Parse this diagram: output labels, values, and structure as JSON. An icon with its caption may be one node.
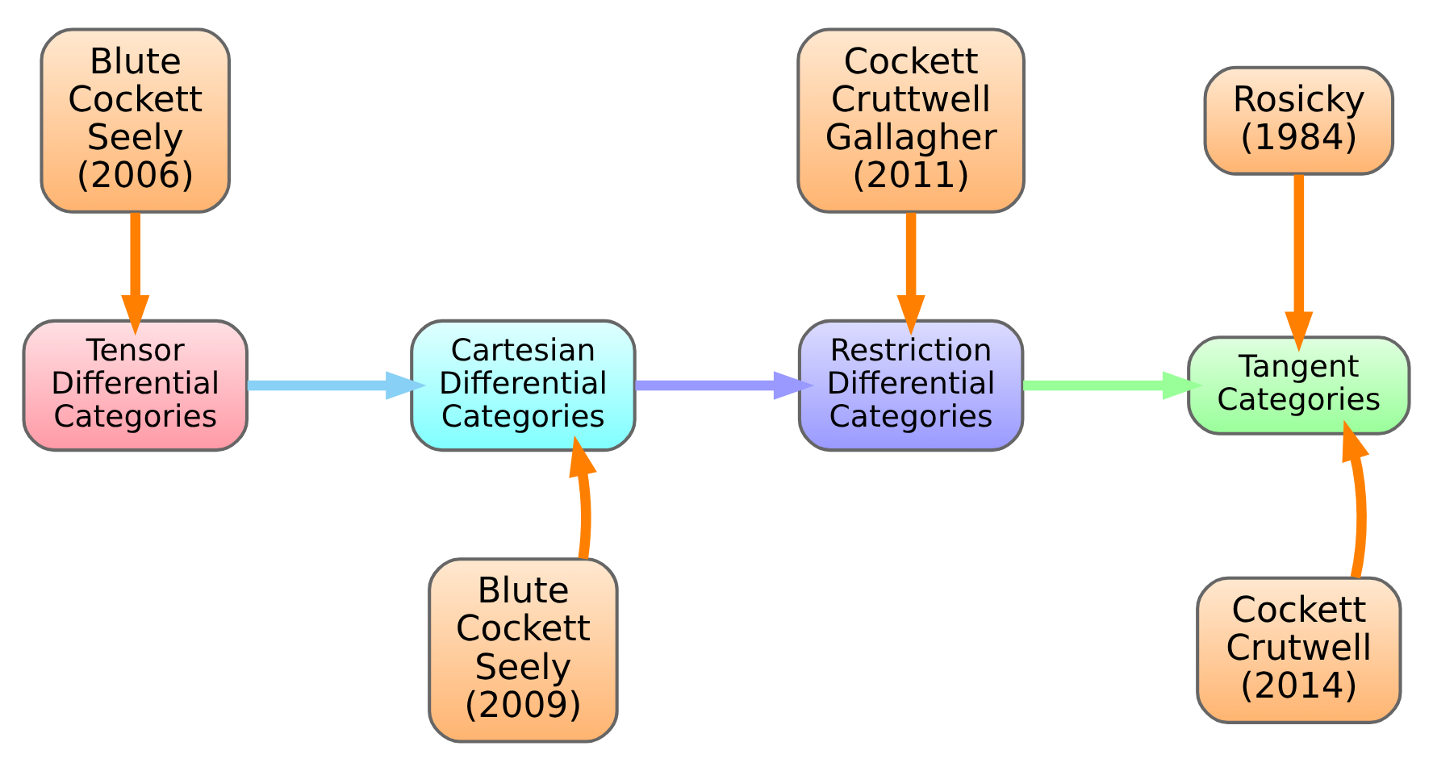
{
  "diagram": {
    "nodes": [
      {
        "text": [
          "Blute Cockett Seely (2006)"
        ]
      },
      {
        "text": [
          "Cockett Cruttwell Gallagher (2011)"
        ]
      },
      {
        "text": [
          "Rosicky (1984)"
        ]
      },
      {
        "text": [
          "Tensor Differential Categories"
        ]
      },
      {
        "text": [
          "Cartesian Differential Categories"
        ]
      },
      {
        "text": [
          "Restriction Differential Categories"
        ]
      },
      {
        "text": [
          "Tangent Categories"
        ]
      },
      {
        "text": [
          "Blute Cockett Seely (2009)"
        ]
      },
      {
        "text": [
          "Cockett Crutwell (2014)"
        ]
      }
    ],
    "edges": [
      {
        "from": 0,
        "to": 3,
        "arrow": "to"
      },
      {
        "from": 1,
        "to": 5,
        "arrow": "to"
      },
      {
        "from": 2,
        "to": 6,
        "arrow": "to"
      },
      {
        "from": 7,
        "to": 4,
        "arrow": "to"
      },
      {
        "from": 8,
        "to": 6,
        "arrow": "to"
      },
      {
        "from": 3,
        "to": 4,
        "arrow": "to",
        "color": "#88d0f5"
      },
      {
        "from": 4,
        "to": 5,
        "arrow": "to",
        "color": "#9999ff"
      },
      {
        "from": 5,
        "to": 6,
        "arrow": "to",
        "color": "#99ff99"
      }
    ]
  }
}
